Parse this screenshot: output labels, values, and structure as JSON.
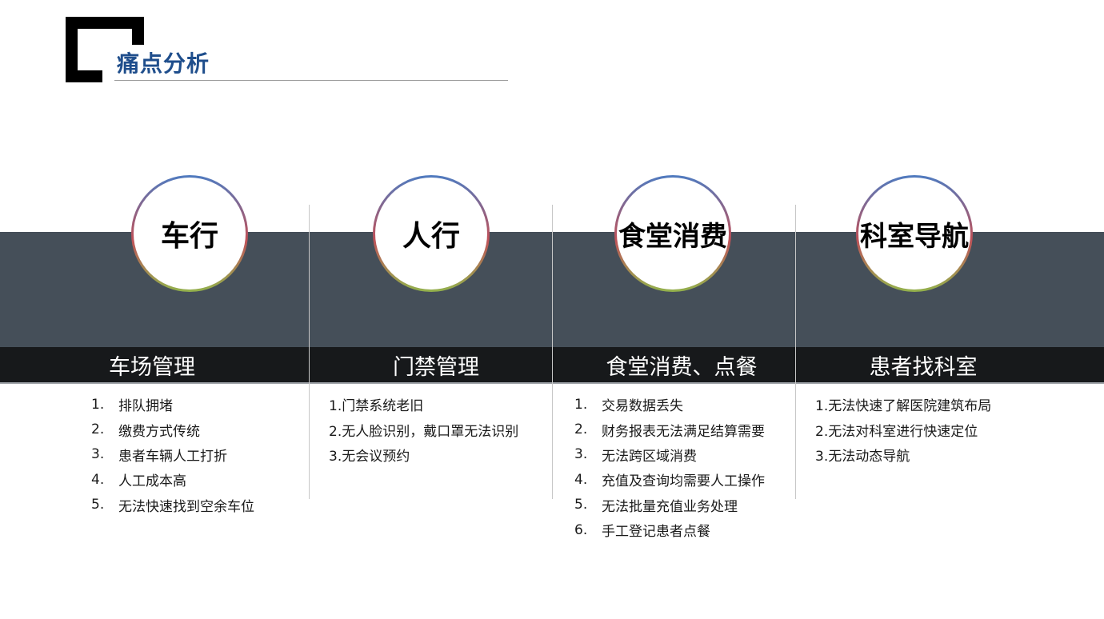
{
  "header": {
    "title": "痛点分析"
  },
  "columns": [
    {
      "circle_label": "车行",
      "heading": "车场管理",
      "numbered": true,
      "items": [
        {
          "num": "1.",
          "text": "排队拥堵"
        },
        {
          "num": "2.",
          "text": "缴费方式传统"
        },
        {
          "num": "3.",
          "text": "患者车辆人工打折"
        },
        {
          "num": "4.",
          "text": "人工成本高"
        },
        {
          "num": "5.",
          "text": "无法快速找到空余车位"
        }
      ]
    },
    {
      "circle_label": "人行",
      "heading": "门禁管理",
      "numbered": false,
      "items": [
        {
          "text": "1.门禁系统老旧"
        },
        {
          "text": "2.无人脸识别，戴口罩无法识别"
        },
        {
          "text": "3.无会议预约"
        }
      ]
    },
    {
      "circle_label": "食堂消费",
      "heading": "食堂消费、点餐",
      "numbered": true,
      "items": [
        {
          "num": "1.",
          "text": "交易数据丢失"
        },
        {
          "num": "2.",
          "text": "财务报表无法满足结算需要"
        },
        {
          "num": "3.",
          "text": "无法跨区域消费"
        },
        {
          "num": "4.",
          "text": "充值及查询均需要人工操作"
        },
        {
          "num": "5.",
          "text": "无法批量充值业务处理"
        },
        {
          "num": "6.",
          "text": "手工登记患者点餐"
        }
      ]
    },
    {
      "circle_label": "科室导航",
      "heading": "患者找科室",
      "numbered": false,
      "items": [
        {
          "text": "1.无法快速了解医院建筑布局"
        },
        {
          "text": "2.无法对科室进行快速定位"
        },
        {
          "text": "3.无法动态导航"
        }
      ]
    }
  ],
  "colors": {
    "title": "#1f4e8c",
    "band": "#454f59",
    "subbar": "#17191b",
    "ring_top": "#4f7bc0",
    "ring_middle": "#bf5159",
    "ring_bottom": "#93b24c"
  }
}
